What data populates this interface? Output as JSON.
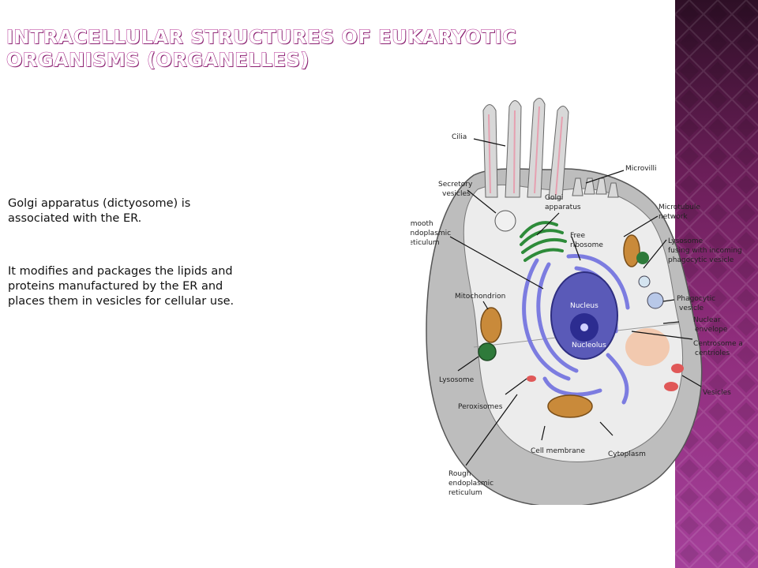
{
  "title": "Intracellular structures of eukaryotic organisms (organelles)",
  "paragraphs": [
    "Golgi apparatus  (dictyosome)  is associated with the ER.",
    "It modifies and packages the lipids and proteins manufactured by the ER and places them in vesicles for cellular  use."
  ],
  "diagram": {
    "labels": {
      "cilia": "Cilia",
      "microvilli": "Microvilli",
      "secretory_vesicles_1": "Secretory",
      "secretory_vesicles_2": "vesicles",
      "golgi_1": "Golgi",
      "golgi_2": "apparatus",
      "microtubule_1": "Microtubule",
      "microtubule_2": "network",
      "smooth_er_1": "Smooth",
      "smooth_er_2": "endoplasmic",
      "smooth_er_3": "reticulum",
      "free_ribosome_1": "Free",
      "free_ribosome_2": "ribosome",
      "lysosome_fusing_1": "Lysosome",
      "lysosome_fusing_2": "fusing with incoming",
      "lysosome_fusing_3": "phagocytic vesicle",
      "mitochondrion": "Mitochondrion",
      "nucleus": "Nucleus",
      "phagocytic_1": "Phagocytic",
      "phagocytic_2": "vesicle",
      "nuclear_env_1": "Nuclear",
      "nuclear_env_2": "envelope",
      "centrosome_1": "Centrosome and",
      "centrosome_2": "centrioles",
      "nucleolus": "Nucleolus",
      "lysosome": "Lysosome",
      "vesicles": "Vesicles",
      "peroxisomes": "Peroxisomes",
      "cell_membrane": "Cell membrane",
      "cytoplasm": "Cytoplasm",
      "rough_er_1": "Rough",
      "rough_er_2": "endoplasmic",
      "rough_er_3": "reticulum"
    }
  },
  "colors": {
    "title_fill": "#ffffff",
    "title_outline": "#b0278f",
    "side_band": "#8f2d7c",
    "nucleus": "#5a5ab8",
    "er": "#7c7ce0",
    "golgi": "#2e8b3a",
    "mitochondrion": "#c98a3a",
    "cytoplasm": "#ececec",
    "cell_outer": "#bdbdbd"
  }
}
